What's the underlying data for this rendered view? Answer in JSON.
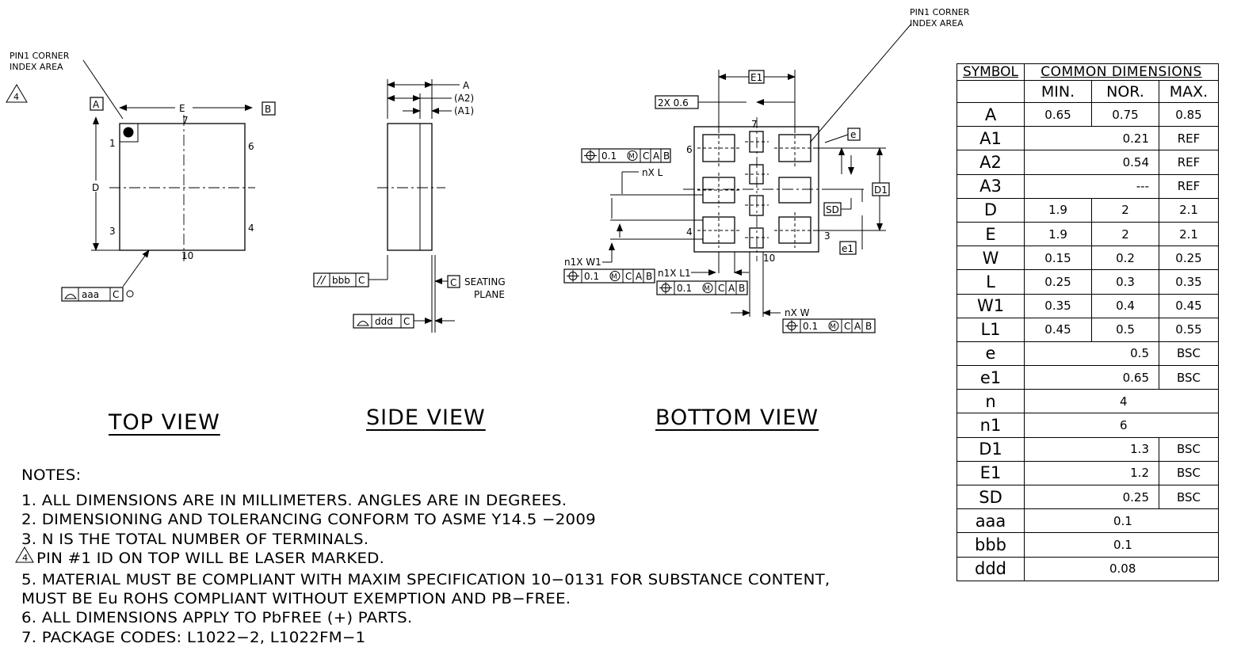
{
  "top_view": {
    "title": "TOP VIEW",
    "pin1_label_line1": "PIN1 CORNER",
    "pin1_label_line2": "INDEX AREA",
    "note_flag": "4",
    "datum_a": "A",
    "datum_b": "B",
    "dim_e": "E",
    "dim_d": "D",
    "pin_1": "1",
    "pin_3": "3",
    "pin_4": "4",
    "pin_6": "6",
    "pin_7": "7",
    "pin_10": "10",
    "flatness_value": "aaa",
    "flatness_datum": "C"
  },
  "side_view": {
    "title": "SIDE VIEW",
    "dim_a": "A",
    "dim_a2": "(A2)",
    "dim_a1": "(A1)",
    "parallel_value": "bbb",
    "parallel_datum": "C",
    "datum_c": "C",
    "seating_line1": "SEATING",
    "seating_line2": "PLANE",
    "flatness_value": "ddd",
    "flatness_datum": "C"
  },
  "bottom_view": {
    "title": "BOTTOM VIEW",
    "pin1_label_line1": "PIN1 CORNER",
    "pin1_label_line2": "INDEX AREA",
    "dim_e1": "E1",
    "dim_2x": "2X 0.6",
    "dim_d1": "D1",
    "dim_sd": "SD",
    "dim_e1b": "e1",
    "dim_e": "e",
    "label_nxl": "nX L",
    "label_n1xw1": "n1X W1",
    "label_n1xl1": "n1X L1",
    "label_nxw": "nX W",
    "tol_value": "0.1",
    "tol_mod": "M",
    "datum_c": "C",
    "datum_a": "A",
    "datum_b": "B",
    "pin_6": "6",
    "pin_7": "7",
    "pin_4": "4",
    "pin_3": "3",
    "pin_10": "10"
  },
  "dimension_table": {
    "h_symbol": "SYMBOL",
    "h_common": "COMMON DIMENSIONS",
    "h_min": "MIN.",
    "h_nor": "NOR.",
    "h_max": "MAX.",
    "rows": [
      {
        "symbol": "A",
        "min": "0.65",
        "nor": "0.75",
        "max": "0.85"
      },
      {
        "symbol": "A1",
        "nor": "0.21",
        "max": "REF"
      },
      {
        "symbol": "A2",
        "nor": "0.54",
        "max": "REF"
      },
      {
        "symbol": "A3",
        "nor": "---",
        "max": "REF"
      },
      {
        "symbol": "D",
        "min": "1.9",
        "nor": "2",
        "max": "2.1"
      },
      {
        "symbol": "E",
        "min": "1.9",
        "nor": "2",
        "max": "2.1"
      },
      {
        "symbol": "W",
        "min": "0.15",
        "nor": "0.2",
        "max": "0.25"
      },
      {
        "symbol": "L",
        "min": "0.25",
        "nor": "0.3",
        "max": "0.35"
      },
      {
        "symbol": "W1",
        "min": "0.35",
        "nor": "0.4",
        "max": "0.45"
      },
      {
        "symbol": "L1",
        "min": "0.45",
        "nor": "0.5",
        "max": "0.55"
      },
      {
        "symbol": "e",
        "nor": "0.5",
        "max": "BSC"
      },
      {
        "symbol": "e1",
        "nor": "0.65",
        "max": "BSC"
      },
      {
        "symbol": "n",
        "value": "4"
      },
      {
        "symbol": "n1",
        "value": "6"
      },
      {
        "symbol": "D1",
        "nor": "1.3",
        "max": "BSC"
      },
      {
        "symbol": "E1",
        "nor": "1.2",
        "max": "BSC"
      },
      {
        "symbol": "SD",
        "nor": "0.25",
        "max": "BSC"
      },
      {
        "symbol": "aaa",
        "value": "0.1"
      },
      {
        "symbol": "bbb",
        "value": "0.1"
      },
      {
        "symbol": "ddd",
        "value": "0.08"
      }
    ]
  },
  "notes": {
    "heading": "NOTES:",
    "n1": "1. ALL DIMENSIONS ARE IN MILLIMETERS. ANGLES ARE IN DEGREES.",
    "n2": "2. DIMENSIONING AND TOLERANCING CONFORM TO ASME Y14.5 −2009",
    "n3": "3. N IS THE TOTAL NUMBER OF TERMINALS.",
    "n4_flag": "4",
    "n4": " PIN #1 ID ON TOP WILL BE LASER MARKED.",
    "n5a": "5. MATERIAL MUST BE COMPLIANT WITH MAXIM SPECIFICATION 10−0131 FOR SUBSTANCE CONTENT,",
    "n5b": "MUST BE Eu ROHS COMPLIANT WITHOUT EXEMPTION AND PB−FREE.",
    "n6": "6. ALL DIMENSIONS APPLY TO PbFREE (+) PARTS.",
    "n7": "7. PACKAGE CODES: L1022−2, L1022FM−1"
  }
}
